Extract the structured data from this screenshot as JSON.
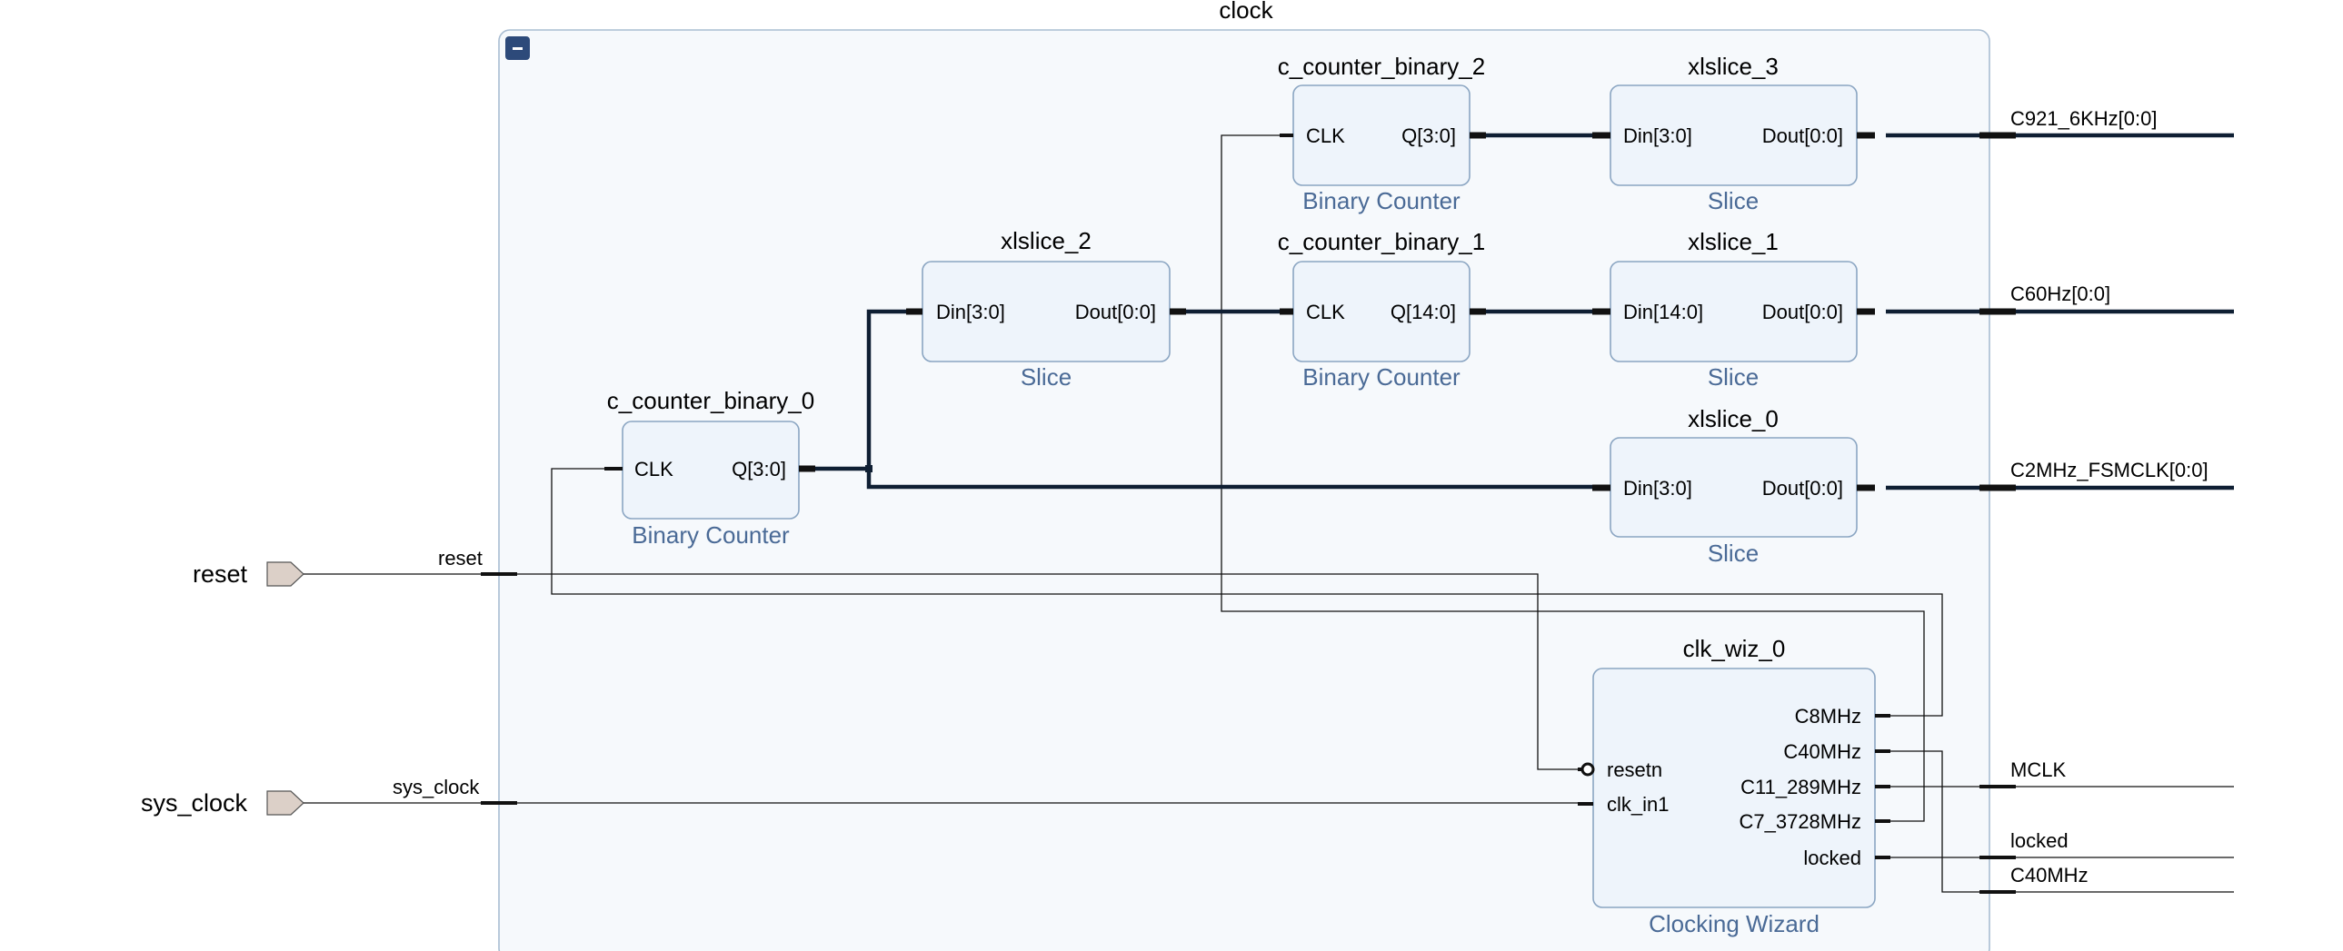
{
  "container": {
    "title": "clock",
    "collapse_icon": "minus-icon"
  },
  "ports": {
    "reset": "reset",
    "sys_clock": "sys_clock"
  },
  "nets": {
    "reset": "reset",
    "sys_clock": "sys_clock",
    "c921": "C921_6KHz[0:0]",
    "c60": "C60Hz[0:0]",
    "c2m": "C2MHz_FSMCLK[0:0]",
    "mclk": "MCLK",
    "locked": "locked",
    "c40": "C40MHz"
  },
  "blocks": {
    "ccb0": {
      "name": "c_counter_binary_0",
      "type": "Binary Counter",
      "pin_in": "CLK",
      "pin_out": "Q[3:0]"
    },
    "ccb1": {
      "name": "c_counter_binary_1",
      "type": "Binary Counter",
      "pin_in": "CLK",
      "pin_out": "Q[14:0]"
    },
    "ccb2": {
      "name": "c_counter_binary_2",
      "type": "Binary Counter",
      "pin_in": "CLK",
      "pin_out": "Q[3:0]"
    },
    "xs0": {
      "name": "xlslice_0",
      "type": "Slice",
      "pin_in": "Din[3:0]",
      "pin_out": "Dout[0:0]"
    },
    "xs1": {
      "name": "xlslice_1",
      "type": "Slice",
      "pin_in": "Din[14:0]",
      "pin_out": "Dout[0:0]"
    },
    "xs2": {
      "name": "xlslice_2",
      "type": "Slice",
      "pin_in": "Din[3:0]",
      "pin_out": "Dout[0:0]"
    },
    "xs3": {
      "name": "xlslice_3",
      "type": "Slice",
      "pin_in": "Din[3:0]",
      "pin_out": "Dout[0:0]"
    },
    "clkwiz": {
      "name": "clk_wiz_0",
      "type": "Clocking Wizard",
      "pins_in": [
        "resetn",
        "clk_in1"
      ],
      "pins_out": [
        "C8MHz",
        "C40MHz",
        "C11_289MHz",
        "C7_3728MHz",
        "locked"
      ]
    }
  }
}
